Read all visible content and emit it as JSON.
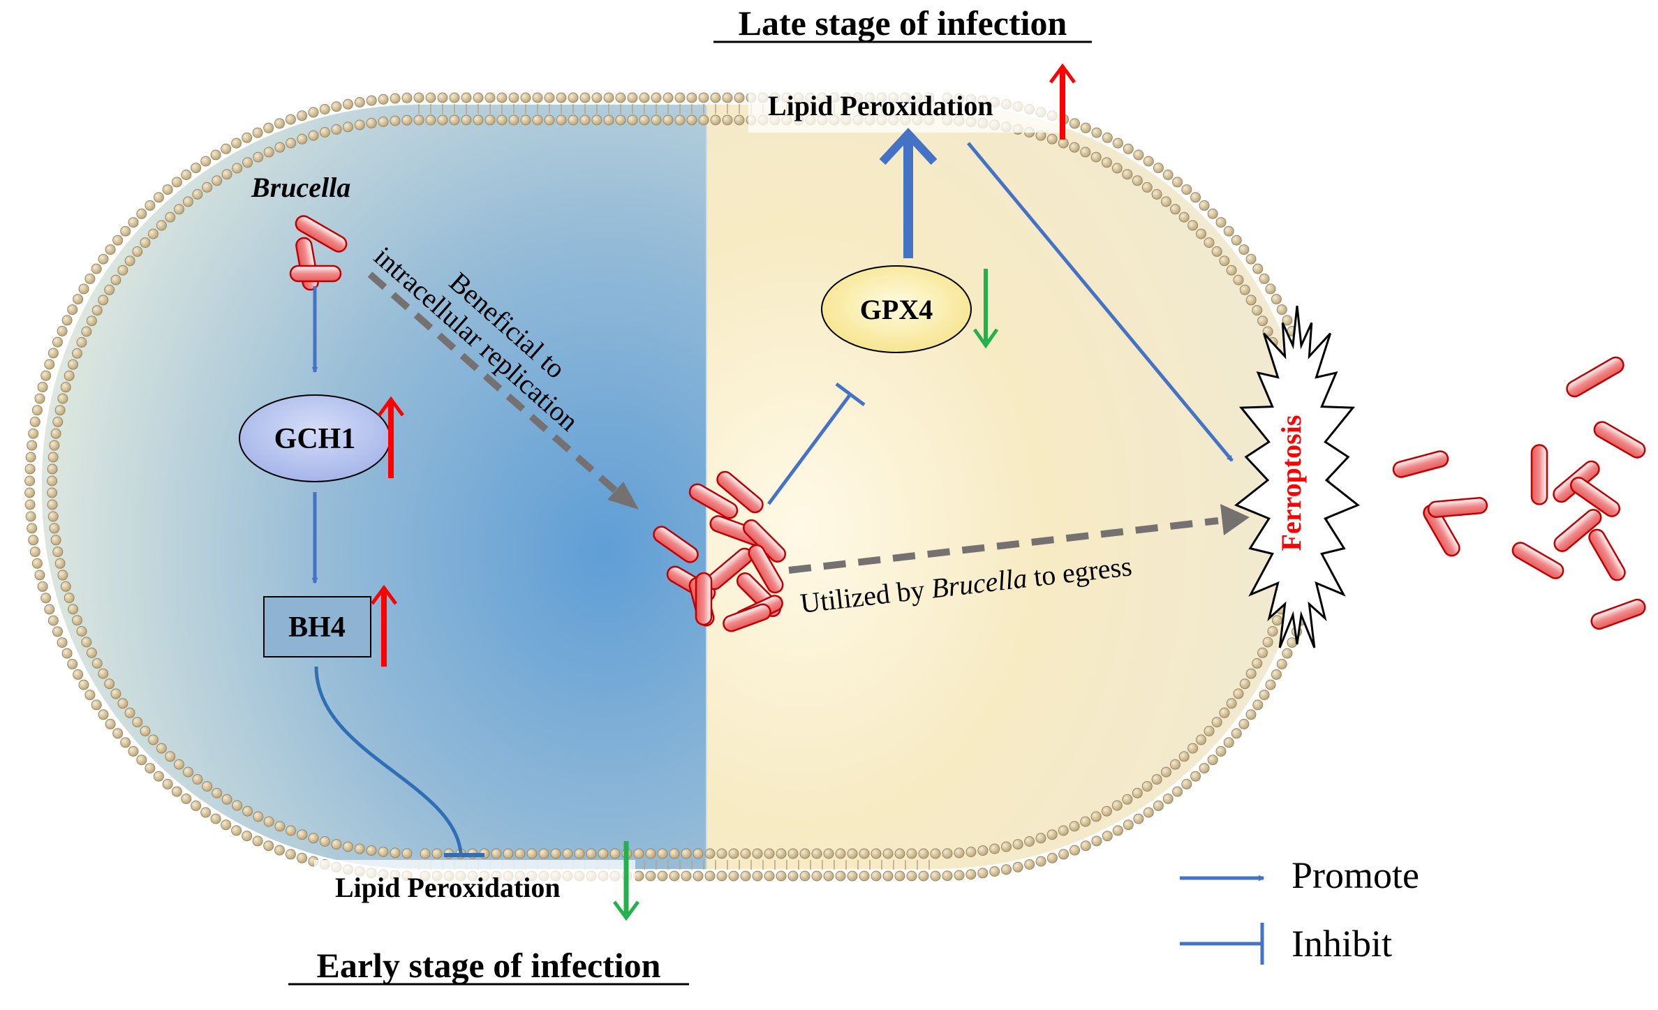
{
  "labels": {
    "late_stage": "Late stage of infection",
    "early_stage": "Early stage of infection",
    "lipid_peroxidation_top": "Lipid Peroxidation",
    "lipid_peroxidation_bottom": "Lipid Peroxidation",
    "brucella": "Brucella",
    "gch1": "GCH1",
    "bh4": "BH4",
    "gpx4": "GPX4",
    "beneficial_line1": "Beneficial to",
    "beneficial_line2": "intracellular replication",
    "utilized_prefix": "Utilized by ",
    "utilized_italic": "Brucella",
    "utilized_suffix": " to egress",
    "ferroptosis": "Ferroptosis"
  },
  "legend": {
    "promote": "Promote",
    "inhibit": "Inhibit"
  },
  "colors": {
    "promote_blue": "#4472C4",
    "up_red": "#FF0000",
    "down_green": "#22B14C",
    "dashed_gray": "#767171",
    "bacteria_red": "#C00000",
    "membrane_tan": "#C8B68A"
  },
  "changes": {
    "lipid_peroxidation_late": "up",
    "gch1": "up",
    "bh4": "up",
    "gpx4": "down",
    "lipid_peroxidation_early": "down"
  }
}
